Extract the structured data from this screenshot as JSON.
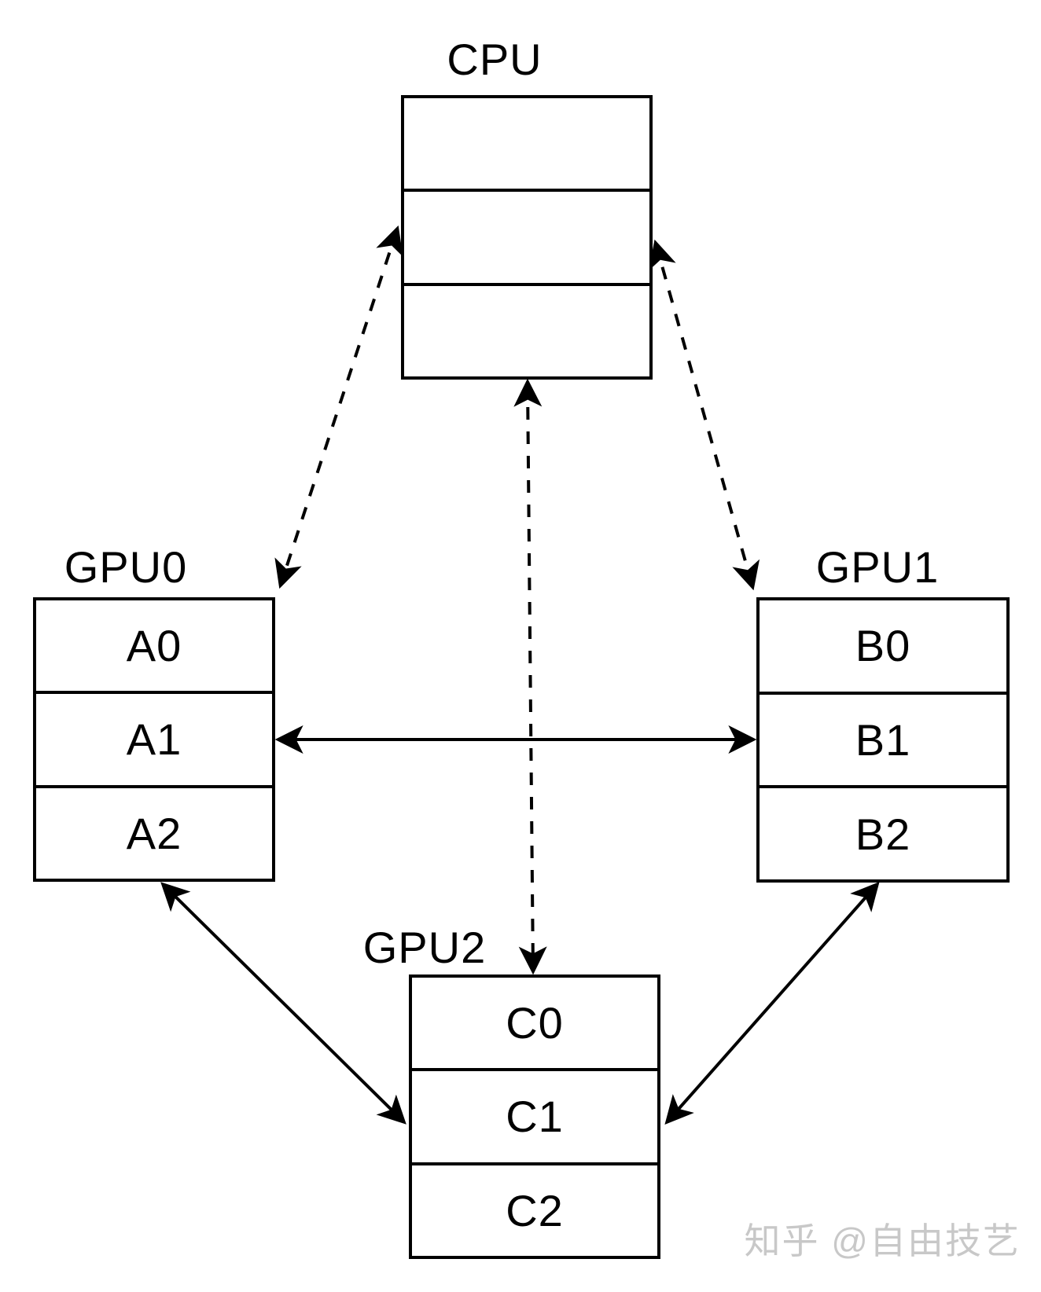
{
  "diagram": {
    "nodes": [
      {
        "id": "cpu",
        "label": "CPU",
        "cells": [
          "",
          "",
          ""
        ]
      },
      {
        "id": "gpu0",
        "label": "GPU0",
        "cells": [
          "A0",
          "A1",
          "A2"
        ]
      },
      {
        "id": "gpu1",
        "label": "GPU1",
        "cells": [
          "B0",
          "B1",
          "B2"
        ]
      },
      {
        "id": "gpu2",
        "label": "GPU2",
        "cells": [
          "C0",
          "C1",
          "C2"
        ]
      }
    ],
    "edges": [
      {
        "from": "cpu",
        "to": "gpu0",
        "style": "dashed",
        "bidirectional": true
      },
      {
        "from": "cpu",
        "to": "gpu1",
        "style": "dashed",
        "bidirectional": true
      },
      {
        "from": "cpu",
        "to": "gpu2",
        "style": "dashed",
        "bidirectional": true
      },
      {
        "from": "gpu0",
        "to": "gpu1",
        "style": "solid",
        "bidirectional": true
      },
      {
        "from": "gpu0",
        "to": "gpu2",
        "style": "solid",
        "bidirectional": true
      },
      {
        "from": "gpu1",
        "to": "gpu2",
        "style": "solid",
        "bidirectional": true
      }
    ]
  },
  "watermark": {
    "text": "知乎 @自由技艺"
  },
  "colors": {
    "line": "#000000",
    "background": "#ffffff",
    "watermark": "#c8c8c8"
  }
}
